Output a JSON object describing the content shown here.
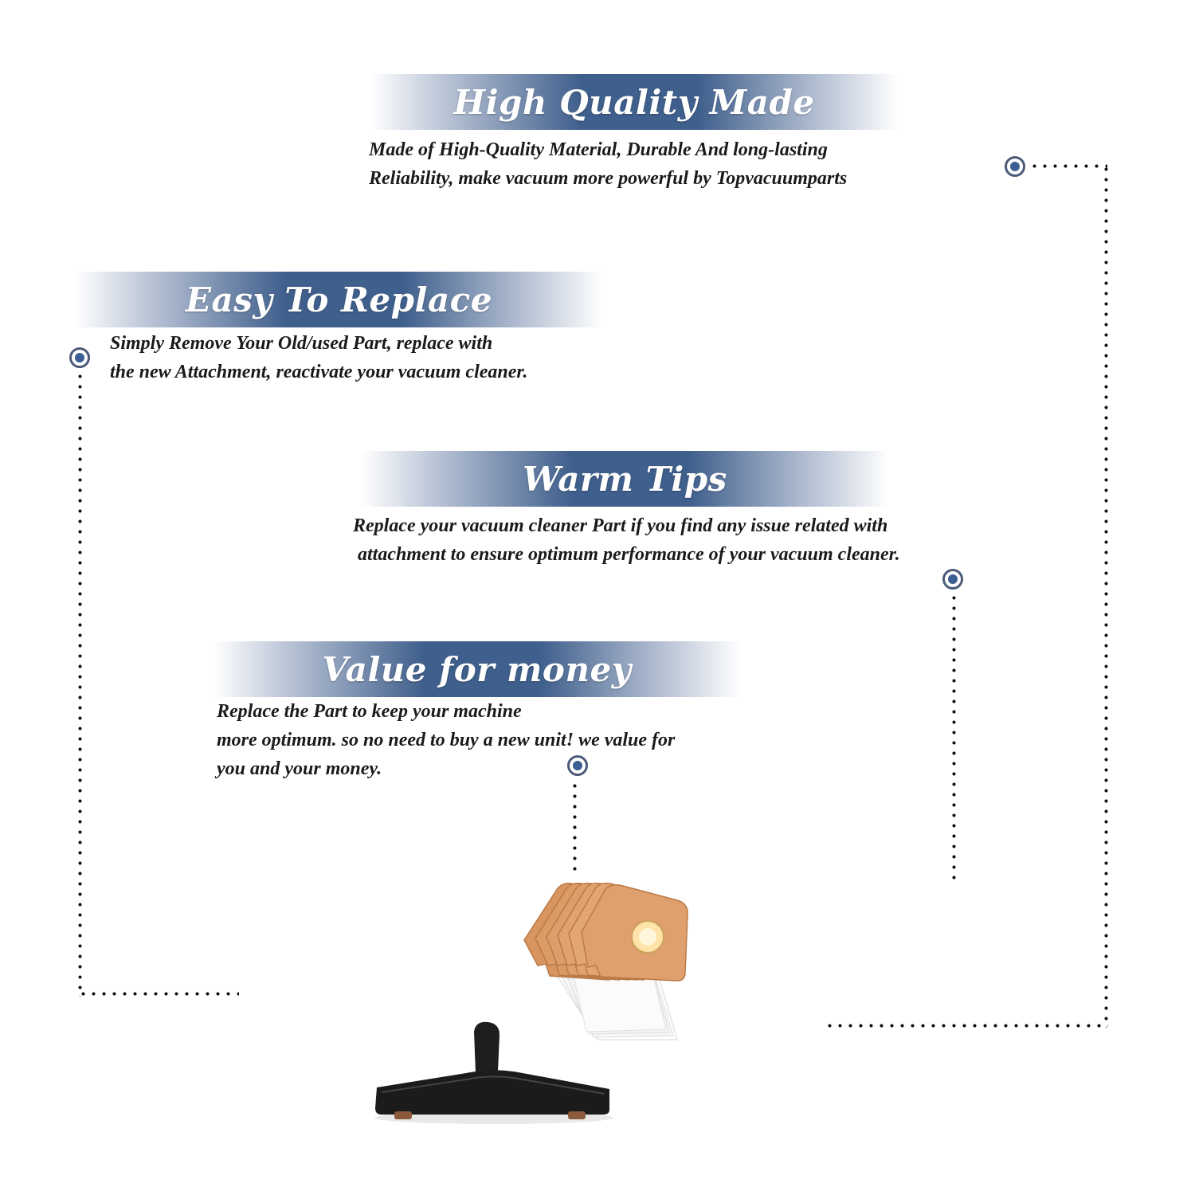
{
  "sections": [
    {
      "title": "High Quality Made",
      "lines": [
        "Made of  High-Quality Material, Durable And long-lasting",
        "Reliability, make vacuum more powerful by Topvacuumparts"
      ]
    },
    {
      "title": "Easy To Replace",
      "lines": [
        "Simply Remove Your Old/used Part, replace with",
        "the new Attachment, reactivate your vacuum cleaner."
      ]
    },
    {
      "title": "Warm Tips",
      "lines": [
        "Replace your vacuum cleaner Part if you find any issue related with",
        " attachment to ensure optimum performance of your vacuum cleaner."
      ]
    },
    {
      "title": "Value for money",
      "lines": [
        "Replace the Part to keep your machine",
        "more optimum. so no need to buy a new unit! we value for",
        "you and your money."
      ]
    }
  ],
  "colors": {
    "banner": "#3f5f8c",
    "marker": "#3c5e93",
    "text": "#1a1a1a",
    "bag": "#e0a06e"
  },
  "icons": [
    "vacuum-bags-icon",
    "floor-brush-icon"
  ]
}
